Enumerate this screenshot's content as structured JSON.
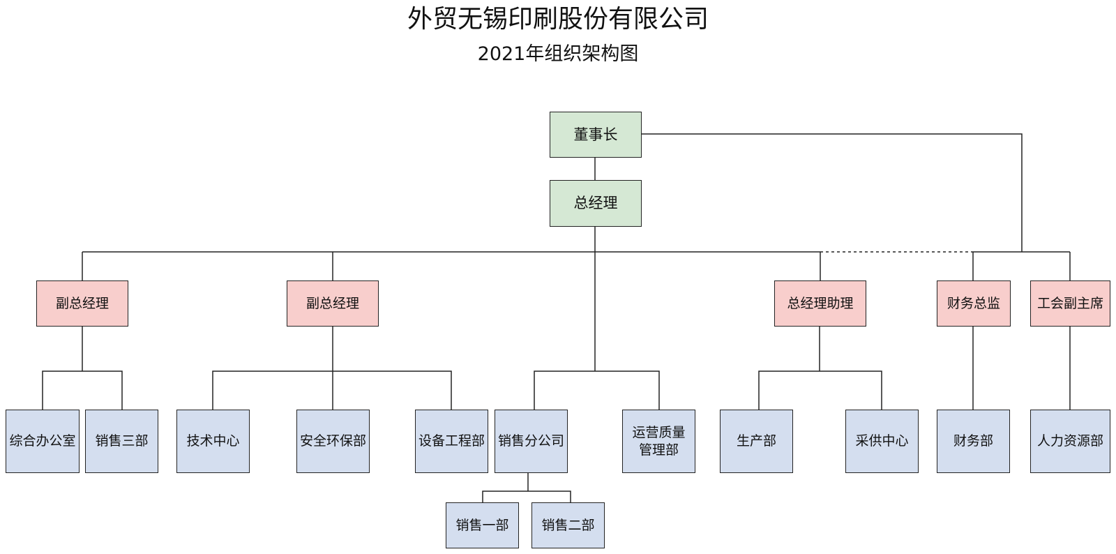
{
  "title": "外贸无锡印刷股份有限公司",
  "subtitle": "2021年组织架构图",
  "nodes": {
    "chairman": "董事长",
    "general_manager": "总经理",
    "vp_left": "副总经理",
    "vp_mid": "副总经理",
    "gm_assistant": "总经理助理",
    "cfo": "财务总监",
    "union_vice_chair": "工会副主席",
    "general_office": "综合办公室",
    "sales_three": "销售三部",
    "tech_center": "技术中心",
    "safety_env": "安全环保部",
    "equipment_eng": "设备工程部",
    "sales_branch": "销售分公司",
    "ops_quality": "运营质量\n管理部",
    "production": "生产部",
    "procurement": "采供中心",
    "finance": "财务部",
    "hr": "人力资源部",
    "sales_one": "销售一部",
    "sales_two": "销售二部"
  },
  "colors": {
    "top_level": "#d5e8d4",
    "management": "#f8cecc",
    "department": "#d4deef",
    "line": "#222222"
  }
}
